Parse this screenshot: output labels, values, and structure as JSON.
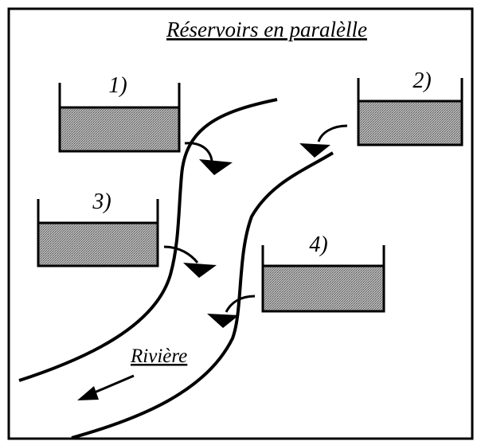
{
  "diagram": {
    "title": "Réservoirs en paralèlle",
    "river_label": "Rivière",
    "reservoirs": [
      {
        "label": "1)"
      },
      {
        "label": "2)"
      },
      {
        "label": "3)"
      },
      {
        "label": "4)"
      }
    ]
  },
  "colors": {
    "ink": "#000000",
    "water_fill": "#a9a9a9",
    "background": "#ffffff"
  }
}
